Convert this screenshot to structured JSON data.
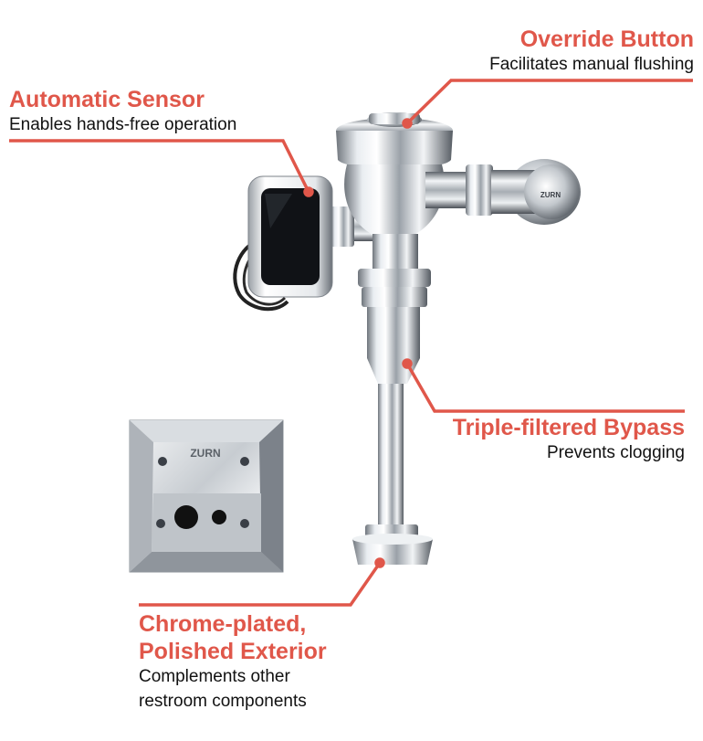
{
  "colors": {
    "accent": "#e0574a",
    "text": "#111111",
    "chrome_light": "#f4f6f8",
    "chrome_mid": "#b9bec4",
    "chrome_dark": "#3a3f46"
  },
  "callouts": {
    "override": {
      "title": "Override Button",
      "desc": "Facilitates manual flushing"
    },
    "sensor": {
      "title": "Automatic Sensor",
      "desc": "Enables hands-free operation"
    },
    "bypass": {
      "title": "Triple-filtered Bypass",
      "desc": "Prevents clogging"
    },
    "exterior": {
      "title_line1": "Chrome-plated,",
      "title_line2": "Polished Exterior",
      "desc_line1": "Complements other",
      "desc_line2": "restroom components"
    }
  },
  "brand": {
    "valve_logo": "ZURN",
    "plate_logo": "ZURN"
  }
}
